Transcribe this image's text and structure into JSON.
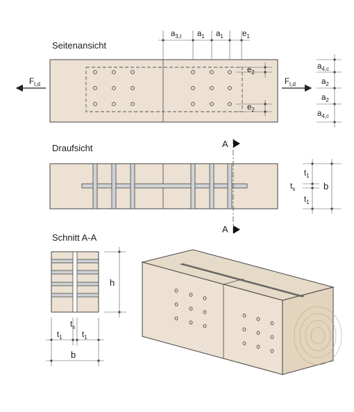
{
  "views": {
    "side": {
      "title": "Seitenansicht",
      "force_left": "F",
      "force_left_sub": "t,d",
      "force_right": "F",
      "force_right_sub": "t,d",
      "dim_top": [
        {
          "main": "a",
          "sub": "3,t"
        },
        {
          "main": "a",
          "sub": "1"
        },
        {
          "main": "a",
          "sub": "1"
        },
        {
          "main": "e",
          "sub": "1"
        }
      ],
      "dim_e2_top": {
        "main": "e",
        "sub": "2"
      },
      "dim_e2_bottom": {
        "main": "e",
        "sub": "2"
      },
      "dim_right": [
        {
          "main": "a",
          "sub": "4,c"
        },
        {
          "main": "a",
          "sub": "2"
        },
        {
          "main": "a",
          "sub": "2"
        },
        {
          "main": "a",
          "sub": "4,c"
        }
      ]
    },
    "plan": {
      "title": "Draufsicht",
      "section_marker": "A",
      "dim_right": {
        "t1_top": {
          "main": "t",
          "sub": "1"
        },
        "ts": {
          "main": "t",
          "sub": "s"
        },
        "t1_bottom": {
          "main": "t",
          "sub": "1"
        },
        "b": "b"
      }
    },
    "section": {
      "title": "Schnitt A-A",
      "dim_h": "h",
      "dim_ts": {
        "main": "t",
        "sub": "s"
      },
      "dim_t1_left": {
        "main": "t",
        "sub": "1"
      },
      "dim_t1_right": {
        "main": "t",
        "sub": "1"
      },
      "dim_b": "b"
    }
  },
  "colors": {
    "wood": "#ece1d2",
    "wood_dark": "#d9cab4",
    "steel": "#cfd3d6",
    "line": "#444444"
  }
}
